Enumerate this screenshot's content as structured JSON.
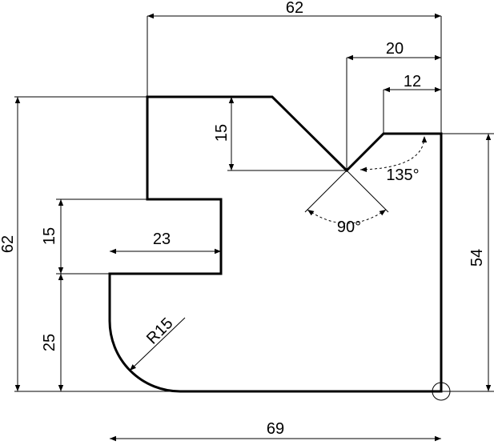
{
  "dimensions": {
    "top_width": "62",
    "v_notch_width": "20",
    "v_notch_offset": "12",
    "left_height": "62",
    "step_depth": "15",
    "left_step_height": "15",
    "step_width": "23",
    "bottom_height": "25",
    "radius": "R15",
    "right_height": "54",
    "bottom_width": "69",
    "angle_135": "135°",
    "angle_90": "90°"
  }
}
